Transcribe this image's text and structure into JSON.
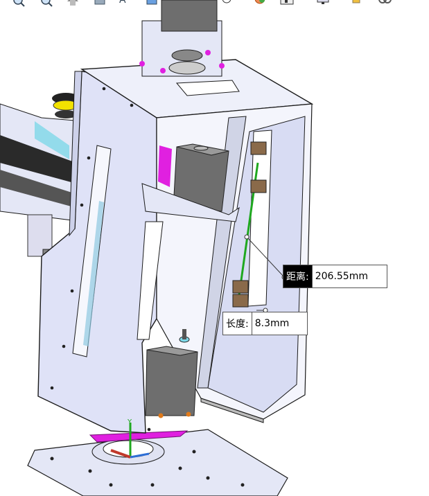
{
  "toolbar": {
    "icons": [
      "zoom-to-area-icon",
      "zoom-in-out-icon",
      "rotate-view-icon",
      "pan-view-icon",
      "section-view-icon",
      "text-annotation-icon",
      "view-orientation-icon",
      "display-style-icon",
      "hide-show-icon",
      "appearance-icon",
      "scene-icon",
      "monitor-icon",
      "realview-icon",
      "link-icon"
    ]
  },
  "measure": {
    "distance_label": "距离:",
    "distance_value": "206.55mm",
    "length_label": "长度:",
    "length_value": "8.3mm"
  },
  "colors": {
    "part_face": "#e4e7f6",
    "edge": "#1a1a1a",
    "motor": "#6e6e6e",
    "magenta": "#e020e0",
    "accent_yellow": "#f2e200",
    "cyan": "#7ed8e8",
    "green": "#1fa81f",
    "orange_screw": "#e07a1a"
  }
}
